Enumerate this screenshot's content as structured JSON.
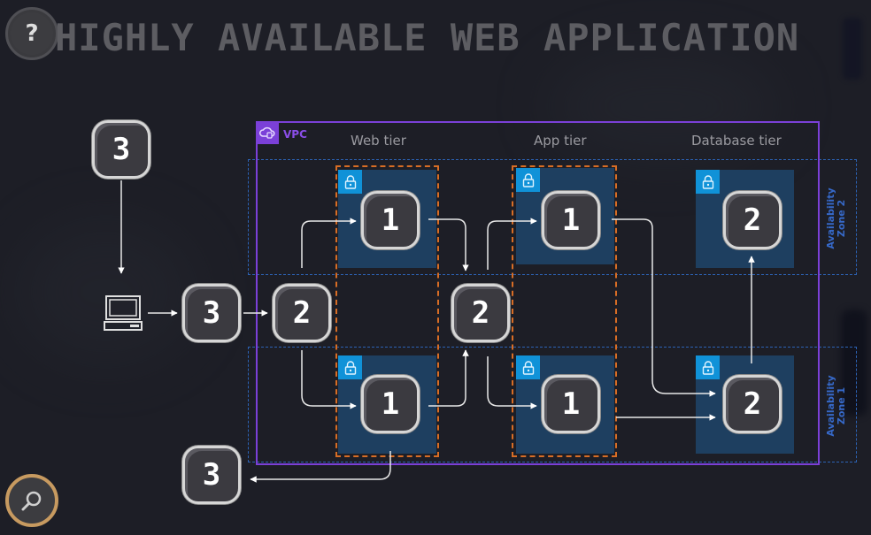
{
  "title": "HIGHLY AVAILABLE WEB APPLICATION",
  "controls": {
    "help_icon_glyph": "?",
    "help_label": "help",
    "zoom_label": "zoom"
  },
  "diagram": {
    "vpc_label": "VPC",
    "tiers": [
      "Web tier",
      "App tier",
      "Database tier"
    ],
    "availability_zones": [
      {
        "label_line1": "Availability",
        "label_line2": "Zone 2"
      },
      {
        "label_line1": "Availability",
        "label_line2": "Zone 1"
      }
    ],
    "badges": {
      "users_top": "3",
      "dns": "3",
      "web_lb": "2",
      "web_az2": "1",
      "web_az1": "1",
      "app_lb": "2",
      "app_az2": "1",
      "app_az1": "1",
      "db_az2": "2",
      "db_az1": "2",
      "output": "3"
    },
    "colors": {
      "vpc": "#7b40d8",
      "availability_zone": "#2c62b4",
      "auto_scaling_group": "#d86d25",
      "private_subnet": "#1e3f60",
      "lock": "#1092d8",
      "zoom_ring": "#c79a60"
    }
  }
}
